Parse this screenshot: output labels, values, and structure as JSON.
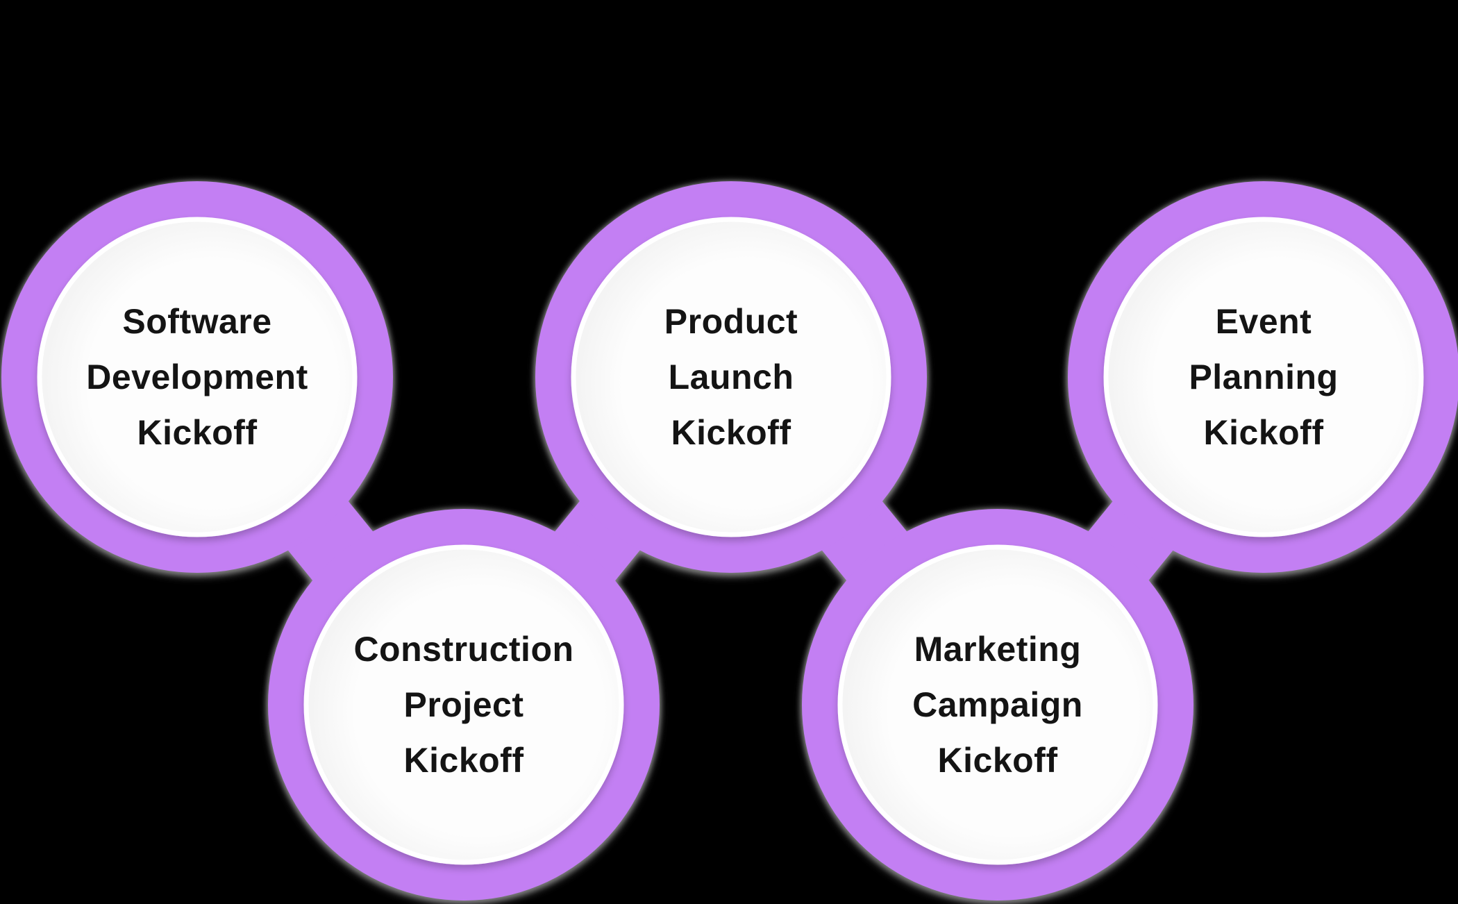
{
  "diagram": {
    "background_color": "#000000",
    "ring_color": "#c37ff3",
    "halo_shadow_color": "#8f8f8f",
    "inner_circle_center_color": "#fdfdfd",
    "inner_circle_edge_color": "#e8e8e8",
    "inner_border_color": "#ffffff",
    "text_color": "#141414",
    "nodes": [
      {
        "id": "software-development-kickoff",
        "label": "Software Development Kickoff",
        "lines": [
          "Software",
          "Development",
          "Kickoff"
        ]
      },
      {
        "id": "product-launch-kickoff",
        "label": "Product Launch Kickoff",
        "lines": [
          "Product",
          "Launch",
          "Kickoff"
        ]
      },
      {
        "id": "event-planning-kickoff",
        "label": "Event Planning Kickoff",
        "lines": [
          "Event",
          "Planning",
          "Kickoff"
        ]
      },
      {
        "id": "construction-project-kickoff",
        "label": "Construction Project Kickoff",
        "lines": [
          "Construction",
          "Project",
          "Kickoff"
        ]
      },
      {
        "id": "marketing-campaign-kickoff",
        "label": "Marketing Campaign Kickoff",
        "lines": [
          "Marketing",
          "Campaign",
          "Kickoff"
        ]
      }
    ],
    "connections": [
      {
        "from": "software-development-kickoff",
        "to": "construction-project-kickoff"
      },
      {
        "from": "product-launch-kickoff",
        "to": "construction-project-kickoff"
      },
      {
        "from": "product-launch-kickoff",
        "to": "marketing-campaign-kickoff"
      },
      {
        "from": "event-planning-kickoff",
        "to": "marketing-campaign-kickoff"
      }
    ]
  }
}
